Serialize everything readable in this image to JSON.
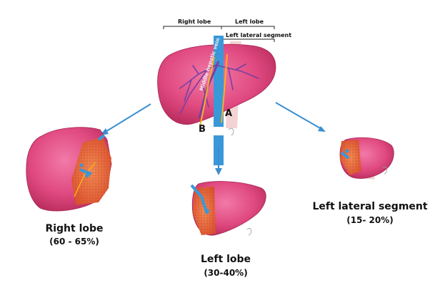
{
  "top": {
    "right_lobe_label": "Right lobe",
    "left_lobe_label": "Left lobe",
    "left_lateral_label": "Left lateral segment",
    "vein_label": "Middle hepatic vein",
    "marker_a": "A",
    "marker_b": "B"
  },
  "results": {
    "right": {
      "name": "Right lobe",
      "percent": "(60 - 65%)"
    },
    "left": {
      "name": "Left lobe",
      "percent": "(30-40%)"
    },
    "lateral": {
      "name": "Left lateral segment",
      "percent": "(15- 20%)"
    }
  },
  "colors": {
    "liver": "#e04a80",
    "liver_dark": "#b82b5c",
    "cut_surface": "#e8643a",
    "vessel_purple": "#7a3fa0",
    "vena_cava": "#3a98d8",
    "arrow": "#3a8fd0",
    "cut_line": "#f5b020",
    "ligament": "#f0c8c8"
  }
}
